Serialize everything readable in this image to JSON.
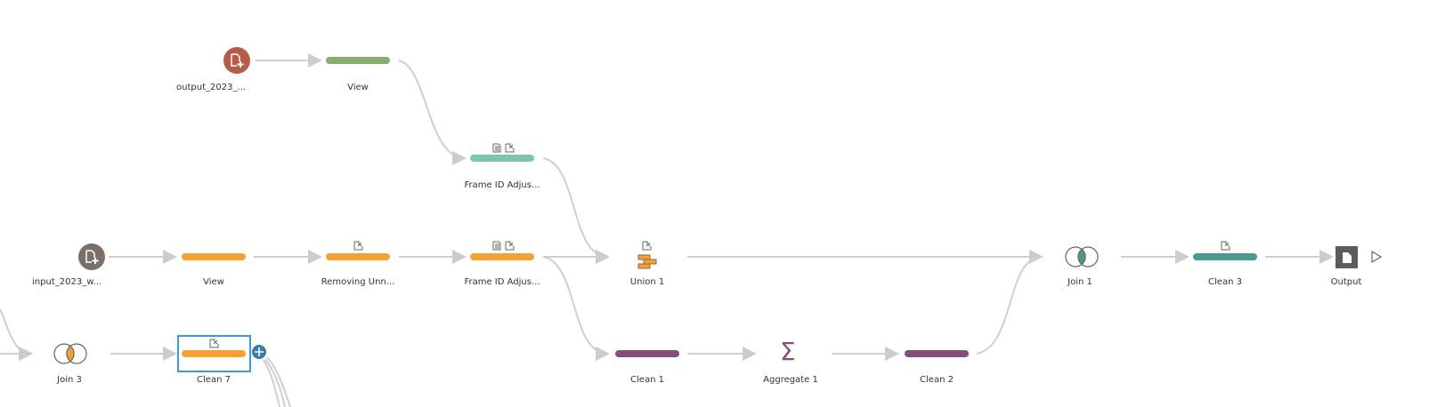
{
  "colors": {
    "orange": "#f5a033",
    "green": "#86ad6a",
    "teal_light": "#7fc5ac",
    "teal": "#4b9a91",
    "purple": "#844e78",
    "input_brown": "#7b7069",
    "output_red": "#b85c4a",
    "selection": "#3b99de",
    "plus": "#3b7ba8",
    "wire": "#cccccc"
  },
  "nodes": {
    "output_input": {
      "label": "output_2023_...",
      "icon": "file-add-icon"
    },
    "view_top": {
      "label": "View"
    },
    "frame_top": {
      "label": "Frame ID Adjus..."
    },
    "input": {
      "label": "input_2023_w...",
      "icon": "file-add-icon"
    },
    "view_mid": {
      "label": "View"
    },
    "removing": {
      "label": "Removing Unn..."
    },
    "frame_mid": {
      "label": "Frame ID Adjus..."
    },
    "union": {
      "label": "Union 1"
    },
    "join1": {
      "label": "Join 1"
    },
    "clean3": {
      "label": "Clean 3"
    },
    "output": {
      "label": "Output"
    },
    "join3": {
      "label": "Join 3"
    },
    "clean7": {
      "label": "Clean 7"
    },
    "clean1": {
      "label": "Clean 1"
    },
    "aggregate": {
      "label": "Aggregate 1",
      "symbol": "Σ"
    },
    "clean2": {
      "label": "Clean 2"
    }
  }
}
